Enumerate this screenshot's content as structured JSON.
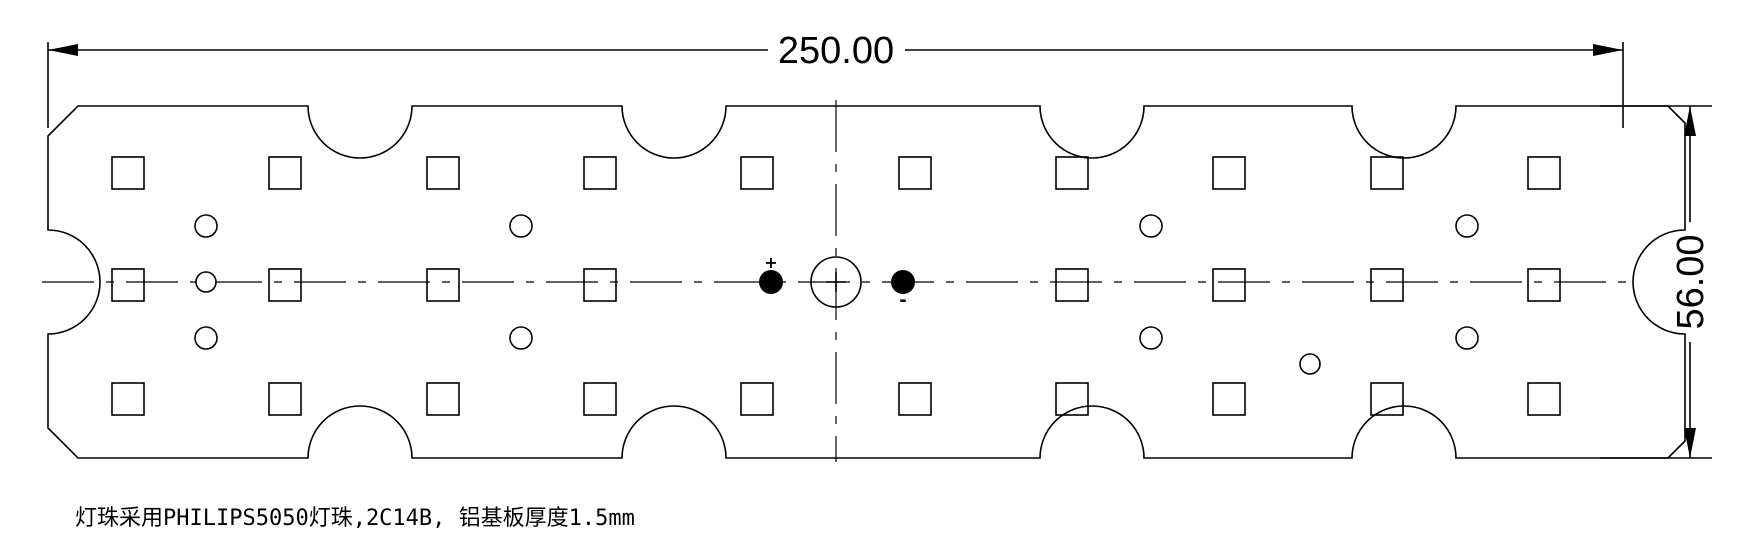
{
  "drawing": {
    "width_dimension": "250.00",
    "height_dimension": "56.00",
    "positive_marker": "+",
    "negative_marker": "-",
    "note": "灯珠采用PHILIPS5050灯珠,2C14B, 铝基板厚度1.5mm",
    "line_color": "#000000",
    "led_pad_icon": "square-pad-icon",
    "mount_hole_icon": "circle-hole-icon"
  }
}
